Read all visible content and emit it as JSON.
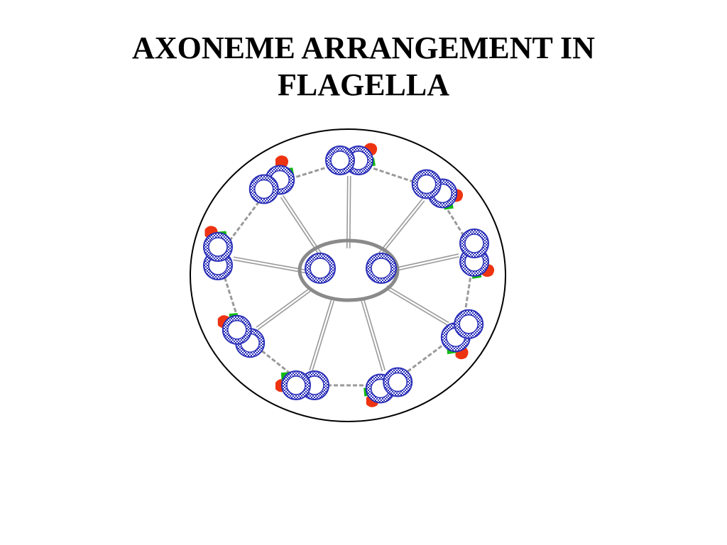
{
  "slide": {
    "title_lines": [
      "AXONEME ARRANGEMENT IN",
      "FLAGELLA"
    ]
  },
  "diagram": {
    "doublet_count": 9,
    "central_pair_count": 2,
    "colors": {
      "outline": "#000000",
      "microtubule": "#2a2fb8",
      "outer_dynein_arm": "#ee3311",
      "inner_dynein_arm": "#11bb11",
      "spoke": "#9a9a9a",
      "central_sheath": "#8a8a8a"
    }
  }
}
